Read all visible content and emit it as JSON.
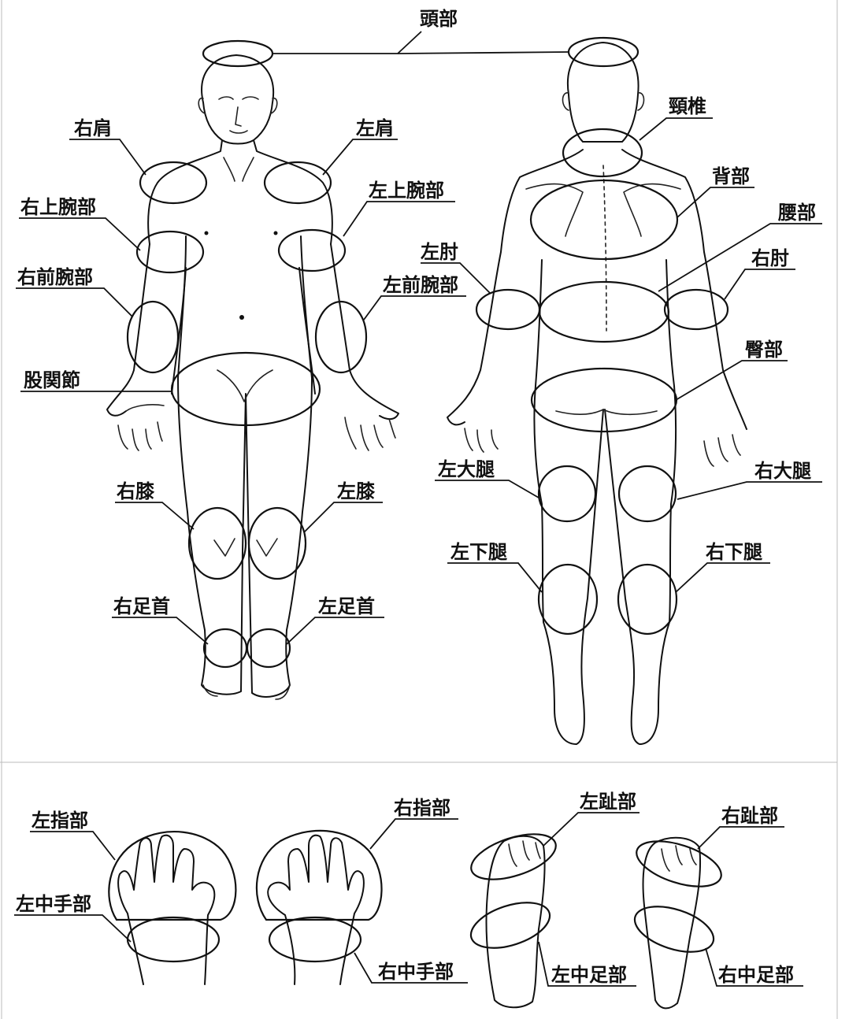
{
  "labels": {
    "head": "頭部",
    "neck": "頸椎",
    "r_shoulder": "右肩",
    "l_shoulder": "左肩",
    "r_upper_arm": "右上腕部",
    "l_upper_arm": "左上腕部",
    "r_forearm": "右前腕部",
    "l_forearm": "左前腕部",
    "hip_joint": "股関節",
    "r_knee": "右膝",
    "l_knee": "左膝",
    "r_ankle": "右足首",
    "l_ankle": "左足首",
    "back": "背部",
    "lumbar": "腰部",
    "l_elbow": "左肘",
    "r_elbow": "右肘",
    "buttocks": "臀部",
    "l_thigh": "左大腿",
    "r_thigh": "右大腿",
    "l_lower_leg": "左下腿",
    "r_lower_leg": "右下腿",
    "l_fingers": "左指部",
    "r_fingers": "右指部",
    "l_metacarpal": "左中手部",
    "r_metacarpal": "右中手部",
    "l_toes": "左趾部",
    "r_toes": "右趾部",
    "l_midfoot": "左中足部",
    "r_midfoot": "右中足部"
  }
}
